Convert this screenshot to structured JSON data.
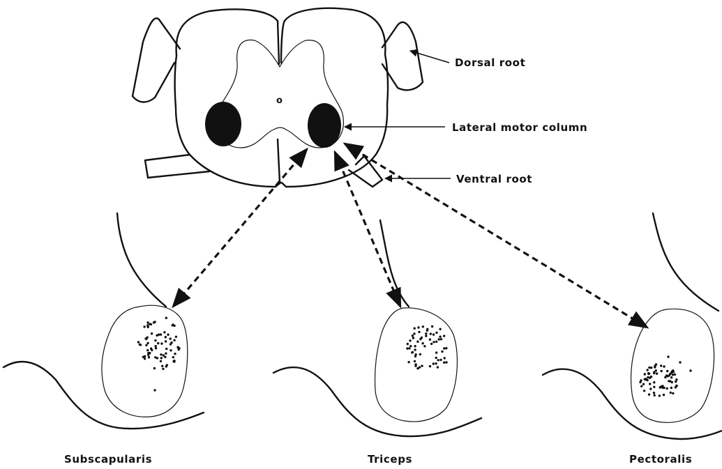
{
  "labels": {
    "dorsal_root": "Dorsal root",
    "lateral_motor_column": "Lateral motor column",
    "ventral_root": "Ventral root",
    "central_canal": "o"
  },
  "muscles": [
    {
      "id": "subscapularis",
      "name": "Subscapularis"
    },
    {
      "id": "triceps",
      "name": "Triceps"
    },
    {
      "id": "pectoralis",
      "name": "Pectoralis"
    }
  ],
  "colors": {
    "ink": "#111111",
    "background": "#ffffff"
  }
}
